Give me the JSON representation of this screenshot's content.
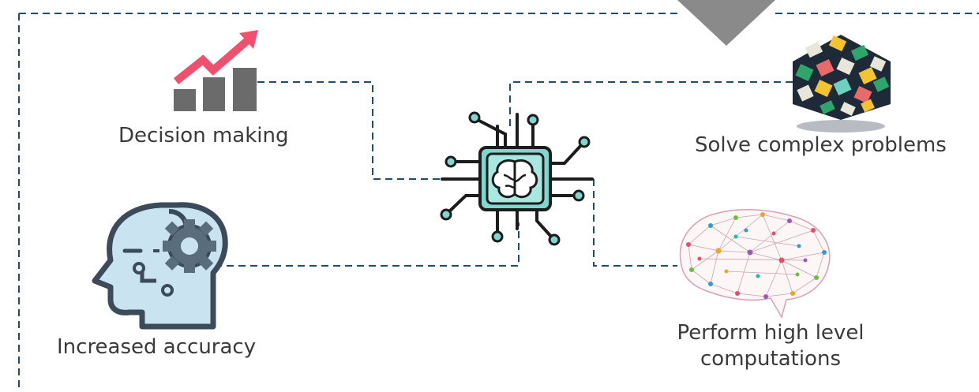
{
  "colors": {
    "connector": "#1f4e6b",
    "text": "#3a3a3a",
    "chip_teal": "#7fd8cf",
    "chip_outline": "#1c1c1c",
    "trend_arrow": "#f0506e",
    "bars": "#6b6b6b",
    "head_fill": "#c9e4f0",
    "head_outline": "#3b4b5a",
    "pointer": "#8a8a8a"
  },
  "center": {
    "icon": "ai-chip-brain-icon"
  },
  "nodes": [
    {
      "id": "decision",
      "label": "Decision making",
      "icon": "growth-chart-icon"
    },
    {
      "id": "solve",
      "label": "Solve complex problems",
      "icon": "puzzle-cube-icon"
    },
    {
      "id": "accuracy",
      "label": "Increased accuracy",
      "icon": "head-gear-icon"
    },
    {
      "id": "perform",
      "label": "Perform high level computations",
      "icon": "neural-brain-icon"
    }
  ]
}
